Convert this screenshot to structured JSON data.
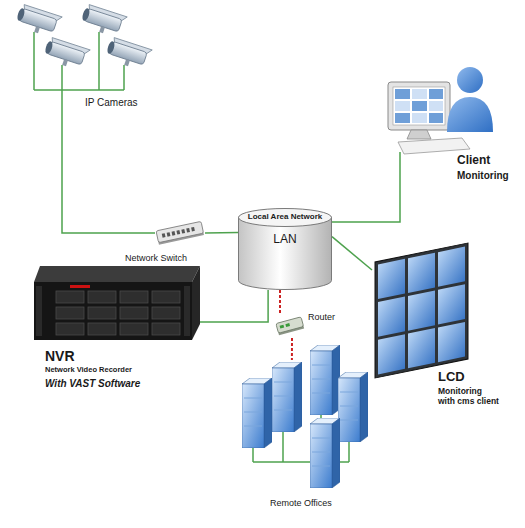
{
  "diagram": {
    "nodes": [
      {
        "text": [
          "IP Cameras"
        ]
      },
      {
        "text": [
          "Client",
          "Monitoring"
        ]
      },
      {
        "text": [
          "Network Switch"
        ]
      },
      {
        "text": [
          "Local Area Network",
          "LAN"
        ]
      },
      {
        "text": [
          "Router"
        ]
      },
      {
        "text": [
          "NVR",
          "Network Video Recorder",
          "With VAST Software"
        ]
      },
      {
        "text": [
          "LCD",
          "Monitoring with cms client"
        ]
      },
      {
        "text": [
          "Remote Offices"
        ]
      }
    ],
    "edges": [
      {
        "from": 0,
        "to": 2,
        "arrow": "none"
      },
      {
        "from": 2,
        "to": 3,
        "arrow": "none"
      },
      {
        "from": 3,
        "to": 1,
        "arrow": "none"
      },
      {
        "from": 3,
        "to": 6,
        "arrow": "none"
      },
      {
        "from": 3,
        "to": 5,
        "arrow": "none"
      },
      {
        "from": 3,
        "to": 4,
        "arrow": "none"
      },
      {
        "from": 4,
        "to": 7,
        "arrow": "none"
      }
    ]
  }
}
